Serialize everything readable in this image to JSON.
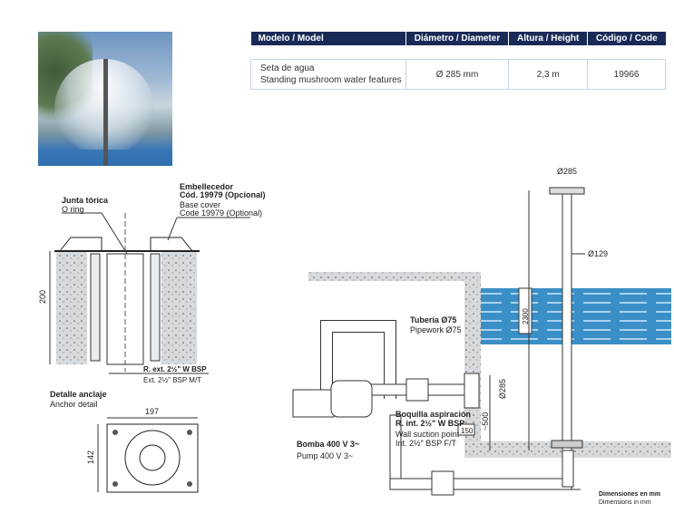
{
  "table": {
    "headers": [
      "Modelo / Model",
      "Diámetro / Diameter",
      "Altura / Height",
      "Código / Code"
    ],
    "row": {
      "model_es": "Seta de agua",
      "model_en": "Standing mushroom water features",
      "diameter": "Ø 285 mm",
      "height": "2,3 m",
      "code": "19966"
    }
  },
  "left_detail": {
    "oring_es": "Junta tórica",
    "oring_en": "O ring",
    "cover_es1": "Embellecedor",
    "cover_es2": "Cód. 19979 (Opcional)",
    "cover_en1": "Base cover",
    "cover_en2": "Code 19979 (Optional)",
    "dim_200": "200",
    "thread_es": "R. ext. 2½\" W BSP",
    "thread_en": "Ext. 2½\" BSP M/T"
  },
  "anchor": {
    "title_es": "Detalle anclaje",
    "title_en": "Anchor detail",
    "width": "197",
    "height": "142"
  },
  "install": {
    "d285_top": "Ø285",
    "d129": "Ø129",
    "h2300": "2300",
    "pipe_es": "Tubería Ø75",
    "pipe_en": "Pipework Ø75",
    "suction_es1": "Boquilla aspiración",
    "suction_es2": "R. int. 2½\" W BSP",
    "suction_en1": "Wall suction point",
    "suction_en2": "Int. 2½\" BSP F/T",
    "d285_side": "Ø285",
    "depth500": "~500",
    "dim150": "150",
    "pump_es": "Bomba 400 V 3~",
    "pump_en": "Pump 400 V 3~",
    "units_es": "Dimensiones en mm",
    "units_en": "Dimensions in mm"
  },
  "colors": {
    "header": "#1a2a57",
    "water": "#3b8fc7",
    "label": "#1a2a57"
  }
}
